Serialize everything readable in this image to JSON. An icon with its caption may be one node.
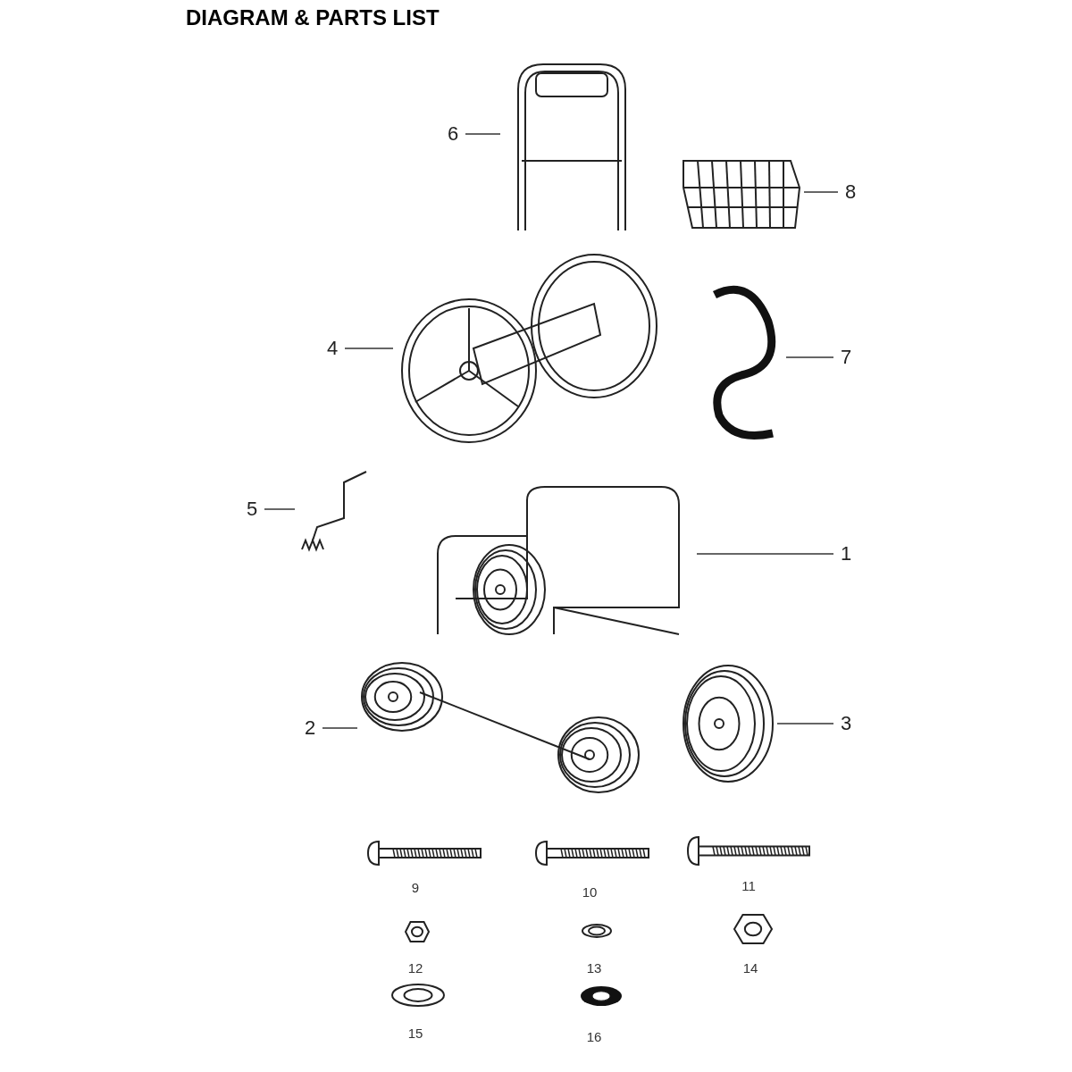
{
  "diagram": {
    "title": "DIAGRAM & PARTS LIST",
    "nodes": [
      {
        "text": [
          "6"
        ]
      },
      {
        "text": [],
        "shape": "picture"
      },
      {
        "text": [
          "8"
        ]
      },
      {
        "text": [],
        "shape": "picture"
      },
      {
        "text": [
          "4"
        ]
      },
      {
        "text": [],
        "shape": "picture"
      },
      {
        "text": [
          "7"
        ]
      },
      {
        "text": [],
        "shape": "picture"
      },
      {
        "text": [
          "5"
        ]
      },
      {
        "text": [],
        "shape": "picture"
      },
      {
        "text": [
          "1"
        ]
      },
      {
        "text": [],
        "shape": "picture"
      },
      {
        "text": [
          "2"
        ]
      },
      {
        "text": [],
        "shape": "picture"
      },
      {
        "text": [
          "3"
        ]
      },
      {
        "text": [],
        "shape": "picture"
      }
    ],
    "edges": [
      {
        "from": 0,
        "to": 1,
        "arrow": "none"
      },
      {
        "from": 2,
        "to": 3,
        "arrow": "none"
      },
      {
        "from": 4,
        "to": 5,
        "arrow": "none"
      },
      {
        "from": 6,
        "to": 7,
        "arrow": "none"
      },
      {
        "from": 8,
        "to": 9,
        "arrow": "none"
      },
      {
        "from": 10,
        "to": 11,
        "arrow": "none"
      },
      {
        "from": 12,
        "to": 13,
        "arrow": "none"
      },
      {
        "from": 14,
        "to": 15,
        "arrow": "none"
      }
    ],
    "labels": [
      "9",
      "10",
      "11",
      "12",
      "13",
      "14",
      "15",
      "16"
    ]
  }
}
